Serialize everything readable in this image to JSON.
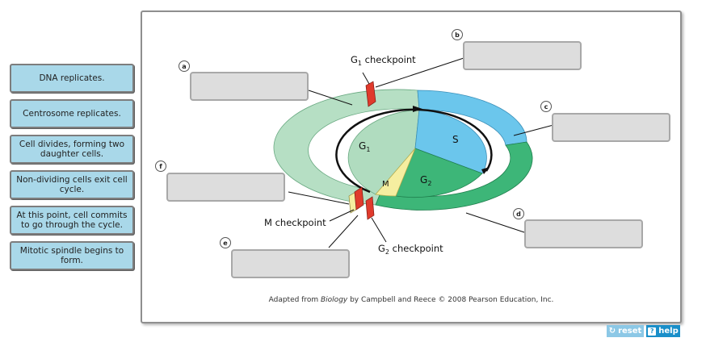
{
  "tiles": [
    "DNA replicates.",
    "Centrosome replicates.",
    "Cell divides, forming two daughter cells.",
    "Non-dividing cells exit cell cycle.",
    "At this point, cell commits to go through the cycle.",
    "Mitotic spindle begins to form."
  ],
  "badges": {
    "a": "a",
    "b": "b",
    "c": "c",
    "d": "d",
    "e": "e",
    "f": "f"
  },
  "diagram": {
    "g1_checkpoint_text": "G",
    "g1_checkpoint_sub": "1",
    "g1_checkpoint_tail": " checkpoint",
    "g2_checkpoint_text": "G",
    "g2_checkpoint_sub": "2",
    "g2_checkpoint_tail": " checkpoint",
    "m_checkpoint": "M checkpoint",
    "phase_g1": "G",
    "phase_g1_sub": "1",
    "phase_s": "S",
    "phase_g2": "G",
    "phase_g2_sub": "2",
    "phase_m": "M"
  },
  "credit": {
    "pre": "Adapted from ",
    "book": "Biology",
    "post": " by Campbell and Reece © 2008 Pearson Education, Inc."
  },
  "buttons": {
    "reset": "reset",
    "help": "help",
    "reset_icon": "refresh-icon",
    "help_icon": "question-icon"
  },
  "colors": {
    "tile": "#a9d8e9",
    "g1": "#b0dcbf",
    "s": "#6bc6ec",
    "g2": "#3db678",
    "m": "#f5eea0",
    "ring_green_light": "#b6dfc4",
    "ring_blue": "#6bc6ec",
    "ring_green_dark": "#3db678",
    "checkpoint": "#e03a2c",
    "reset": "#8cc8e6",
    "help": "#1a8fc9"
  }
}
